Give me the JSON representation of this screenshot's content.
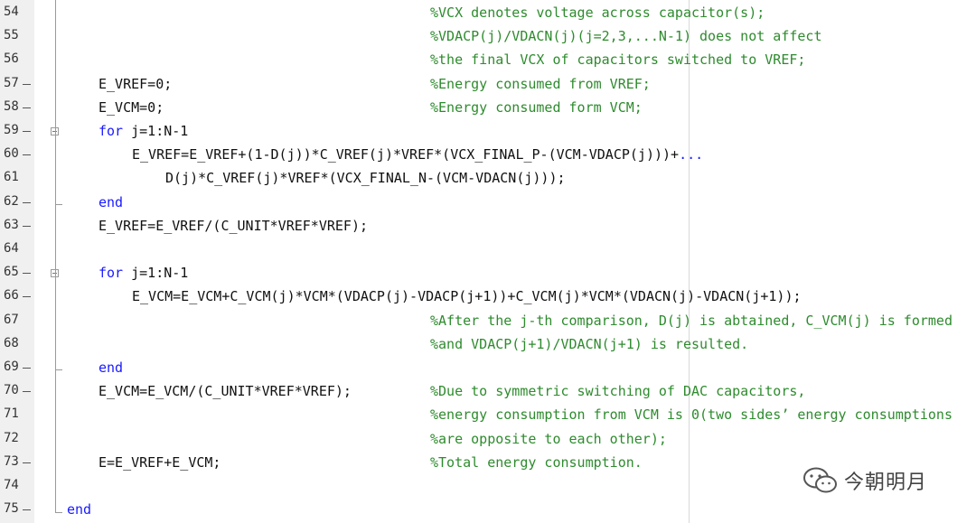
{
  "editor": {
    "lines": [
      {
        "num": "54",
        "dash": false,
        "indent": 0,
        "code": "",
        "comment": "%VCX denotes voltage across capacitor(s);"
      },
      {
        "num": "55",
        "dash": false,
        "indent": 0,
        "code": "",
        "comment": "%VDACP(j)/VDACN(j)(j=2,3,...N-1) does not affect"
      },
      {
        "num": "56",
        "dash": false,
        "indent": 0,
        "code": "",
        "comment": "%the final VCX of capacitors switched to VREF;"
      },
      {
        "num": "57",
        "dash": true,
        "indent": 1,
        "code": "E_VREF=0;",
        "comment": "%Energy consumed from VREF;"
      },
      {
        "num": "58",
        "dash": true,
        "indent": 1,
        "code": "E_VCM=0;",
        "comment": "%Energy consumed form VCM;"
      },
      {
        "num": "59",
        "dash": true,
        "indent": 1,
        "kw": "for",
        "code": " j=1:N-1",
        "comment": ""
      },
      {
        "num": "60",
        "dash": true,
        "indent": 2,
        "code": "E_VREF=E_VREF+(1-D(j))*C_VREF(j)*VREF*(VCX_FINAL_P-(VCM-VDACP(j)))+",
        "cont": "...",
        "comment": ""
      },
      {
        "num": "61",
        "dash": false,
        "indent": 3,
        "code": "D(j)*C_VREF(j)*VREF*(VCX_FINAL_N-(VCM-VDACN(j)));",
        "comment": ""
      },
      {
        "num": "62",
        "dash": true,
        "indent": 1,
        "kw": "end",
        "code": "",
        "comment": ""
      },
      {
        "num": "63",
        "dash": true,
        "indent": 1,
        "code": "E_VREF=E_VREF/(C_UNIT*VREF*VREF);",
        "comment": ""
      },
      {
        "num": "64",
        "dash": false,
        "indent": 0,
        "code": "",
        "comment": ""
      },
      {
        "num": "65",
        "dash": true,
        "indent": 1,
        "kw": "for",
        "code": " j=1:N-1",
        "comment": ""
      },
      {
        "num": "66",
        "dash": true,
        "indent": 2,
        "code": "E_VCM=E_VCM+C_VCM(j)*VCM*(VDACP(j)-VDACP(j+1))+C_VCM(j)*VCM*(VDACN(j)-VDACN(j+1));",
        "comment": ""
      },
      {
        "num": "67",
        "dash": false,
        "indent": 0,
        "code": "",
        "comment": "%After the j-th comparison, D(j) is abtained, C_VCM(j) is formed"
      },
      {
        "num": "68",
        "dash": false,
        "indent": 0,
        "code": "",
        "comment": "%and VDACP(j+1)/VDACN(j+1) is resulted."
      },
      {
        "num": "69",
        "dash": true,
        "indent": 1,
        "kw": "end",
        "code": "",
        "comment": ""
      },
      {
        "num": "70",
        "dash": true,
        "indent": 1,
        "code": "E_VCM=E_VCM/(C_UNIT*VREF*VREF);",
        "comment": "%Due to symmetric switching of DAC capacitors,"
      },
      {
        "num": "71",
        "dash": false,
        "indent": 0,
        "code": "",
        "comment": "%energy consumption from VCM is 0(two sides’ energy consumptions"
      },
      {
        "num": "72",
        "dash": false,
        "indent": 0,
        "code": "",
        "comment": "%are opposite to each other);"
      },
      {
        "num": "73",
        "dash": true,
        "indent": 1,
        "code": "E=E_VREF+E_VCM;",
        "comment": "%Total energy consumption."
      },
      {
        "num": "74",
        "dash": false,
        "indent": 0,
        "code": "",
        "comment": ""
      },
      {
        "num": "75",
        "dash": true,
        "indent": 0,
        "kw": "end",
        "code": "",
        "comment": ""
      }
    ]
  },
  "watermark": {
    "text": "今朝明月",
    "icon": "wechat-icon"
  },
  "colors": {
    "keyword": "#1a1aff",
    "comment": "#2e8b2e",
    "code": "#111111",
    "gutter": "#f0f0f0"
  }
}
